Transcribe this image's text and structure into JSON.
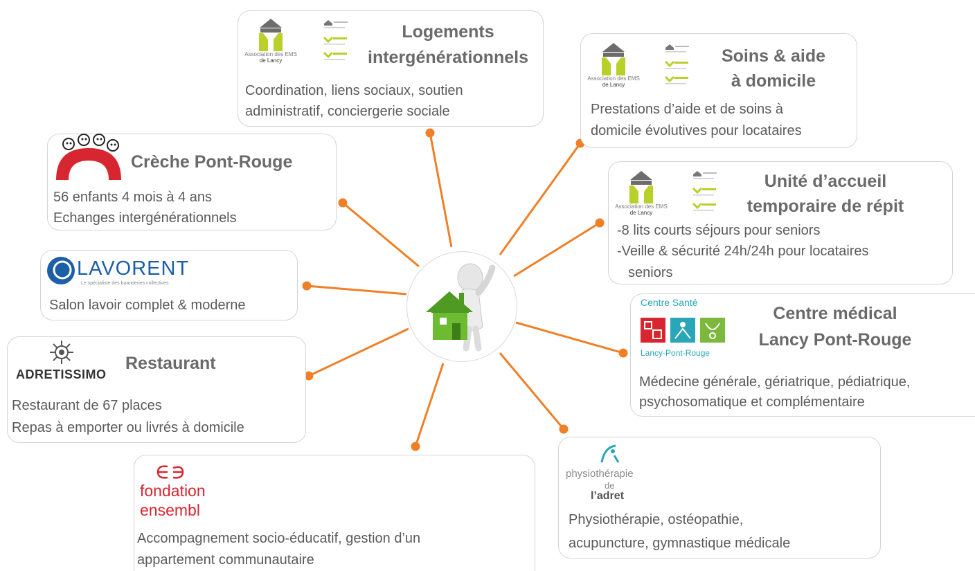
{
  "hub": {
    "label": ""
  },
  "nodes": {
    "logements": {
      "title": "Logements intergénérationnels",
      "desc1": "Coordination, liens sociaux, soutien",
      "desc2": "administratif, conciergerie sociale"
    },
    "soins": {
      "title1": "Soins & aide",
      "title2": "à domicile",
      "desc1": "Prestations d’aide et de soins à",
      "desc2": "domicile évolutives pour locataires"
    },
    "unite": {
      "title1": "Unité d’accueil",
      "title2": "temporaire de répit",
      "desc1": "-8 lits courts séjours pour seniors",
      "desc2": "-Veille & sécurité 24h/24h pour locataires",
      "desc3": "seniors"
    },
    "centre": {
      "title1": "Centre médical",
      "title2": "Lancy Pont-Rouge",
      "logo_top": "Centre Santé",
      "logo_bottom": "Lancy-Pont-Rouge",
      "desc1": "Médecine générale, gériatrique, pédiatrique,",
      "desc2": "psychosomatique et complémentaire"
    },
    "physio": {
      "logo1": "physiothérapie",
      "logo2": "de",
      "logo3": "l’adret",
      "desc1": "Physiothérapie, ostéopathie,",
      "desc2": "acupuncture, gymnastique médicale"
    },
    "fondation": {
      "logo1": "fondation",
      "logo2": "ensembl",
      "desc1": "Accompagnement socio-éducatif, gestion d’un",
      "desc2": "appartement communautaire"
    },
    "restaurant": {
      "title": "Restaurant",
      "logo": "ADRETISSIMO",
      "desc1": "Restaurant de 67 places",
      "desc2": "Repas à emporter ou livrés à domicile"
    },
    "lavorent": {
      "logo": "LAVORENT",
      "tagline": "Le spécialiste des buanderies collectives",
      "desc1": "Salon lavoir complet & moderne"
    },
    "creche": {
      "title": "Crèche Pont-Rouge",
      "desc1": "56 enfants 4 mois à 4 ans",
      "desc2": "Echanges intergénérationnels"
    }
  },
  "ems_logo": {
    "line1": "Association des EMS",
    "line2": "de Lancy"
  },
  "colors": {
    "accent": "#f07f26",
    "ems_green": "#b9cf2a",
    "ems_grey": "#6d6d6d",
    "house_green": "#5daa2b",
    "lavorent_blue": "#1a5fa8",
    "fondation_red": "#d7262f"
  }
}
